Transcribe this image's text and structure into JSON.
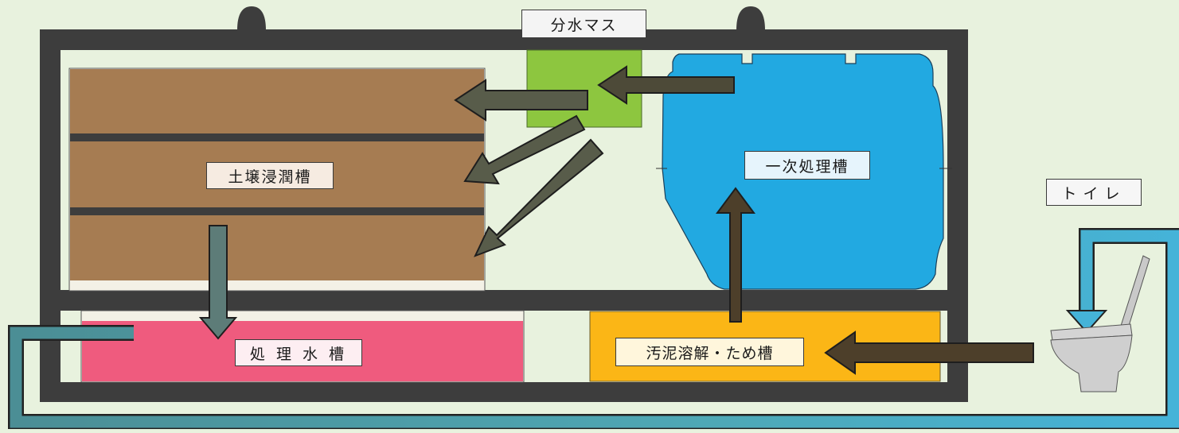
{
  "labels": {
    "distribution_box": "分水マス",
    "soil_infiltration_tank": "土壌浸潤槽",
    "primary_treatment_tank": "一次処理槽",
    "treated_water_tank": "処 理 水 槽",
    "sludge_dissolving_tank": "汚泥溶解・ため槽",
    "toilet": "トイレ"
  },
  "colors": {
    "background": "#e8f2de",
    "frame": "#3d3d3d",
    "soil": "#a67c52",
    "distribution_box": "#8dc63f",
    "primary_tank": "#22a9e1",
    "treated_water": "#ef5b7e",
    "sludge_tank": "#fbb616",
    "arrow_dark_olive": "#585c4a",
    "arrow_brown": "#4d3f2a",
    "arrow_teal": "#5d7c78",
    "pipe": "#4ea8b6"
  }
}
